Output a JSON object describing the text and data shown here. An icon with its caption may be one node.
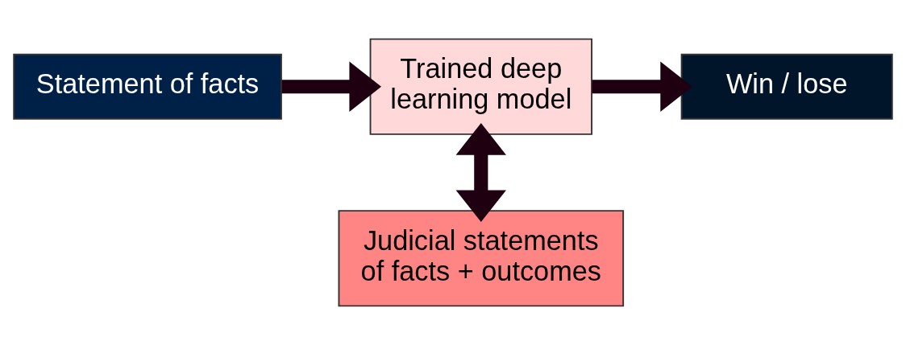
{
  "diagram": {
    "nodes": [
      {
        "text": [
          "Statement of facts"
        ]
      },
      {
        "text": [
          "Trained deep learning model"
        ]
      },
      {
        "text": [
          "Win / lose"
        ]
      },
      {
        "text": [
          "Judicial statements of facts + outcomes"
        ]
      }
    ],
    "edges": [
      {
        "from": 0,
        "to": 1,
        "arrow": "to"
      },
      {
        "from": 1,
        "to": 2,
        "arrow": "to"
      },
      {
        "from": 1,
        "to": 3,
        "arrow": "both"
      }
    ]
  }
}
